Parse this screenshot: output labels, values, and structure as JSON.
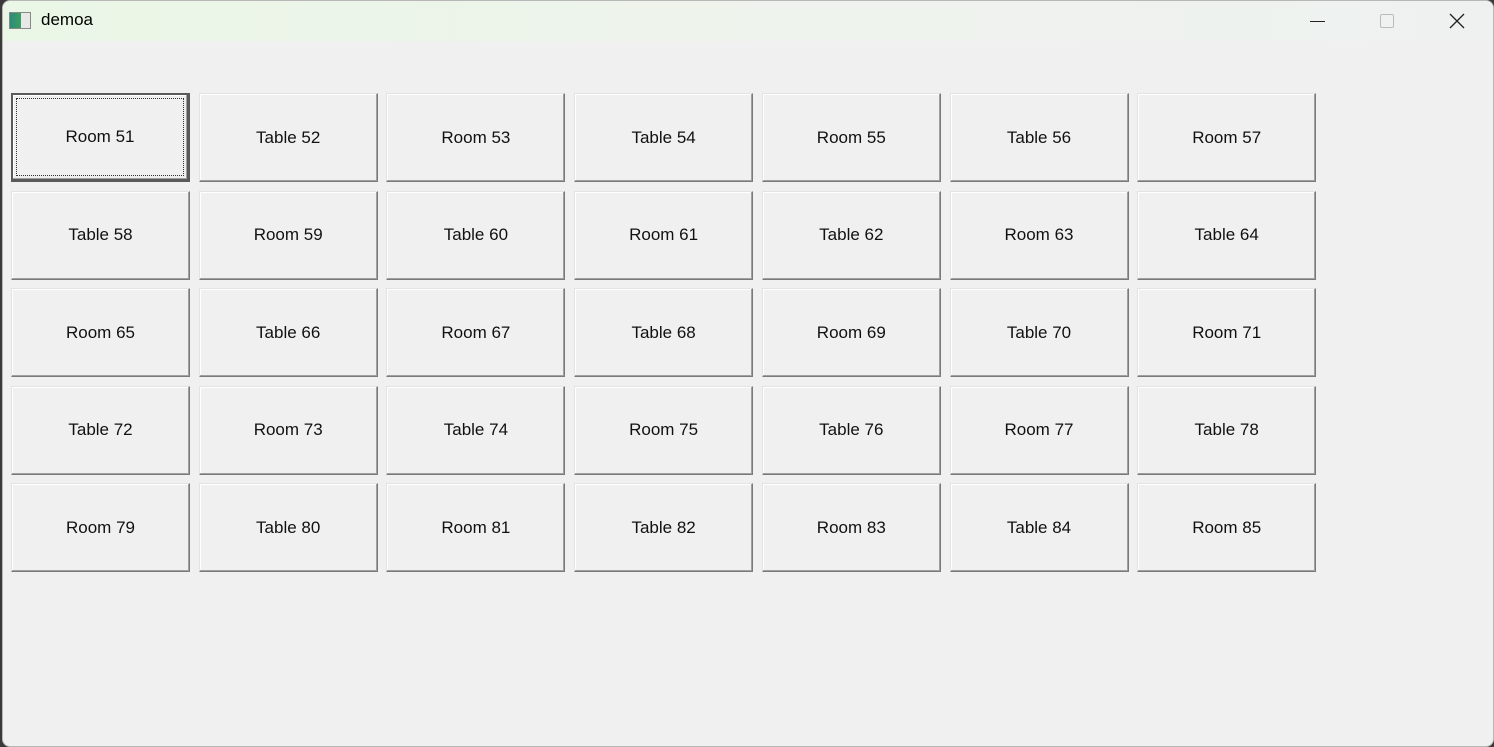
{
  "window": {
    "title": "demoa",
    "icon": "app-window-icon"
  },
  "controls": {
    "minimize": "minimize-icon",
    "maximize": "maximize-icon",
    "close": "close-icon"
  },
  "buttons": [
    "Room 51",
    "Table 52",
    "Room 53",
    "Table 54",
    "Room 55",
    "Table 56",
    "Room 57",
    "Table 58",
    "Room 59",
    "Table 60",
    "Room 61",
    "Table 62",
    "Room 63",
    "Table 64",
    "Room 65",
    "Table 66",
    "Room 67",
    "Table 68",
    "Room 69",
    "Table 70",
    "Room 71",
    "Table 72",
    "Room 73",
    "Table 74",
    "Room 75",
    "Table 76",
    "Room 77",
    "Table 78",
    "Room 79",
    "Table 80",
    "Room 81",
    "Table 82",
    "Room 83",
    "Table 84",
    "Room 85"
  ],
  "focused_button": "Room 51"
}
